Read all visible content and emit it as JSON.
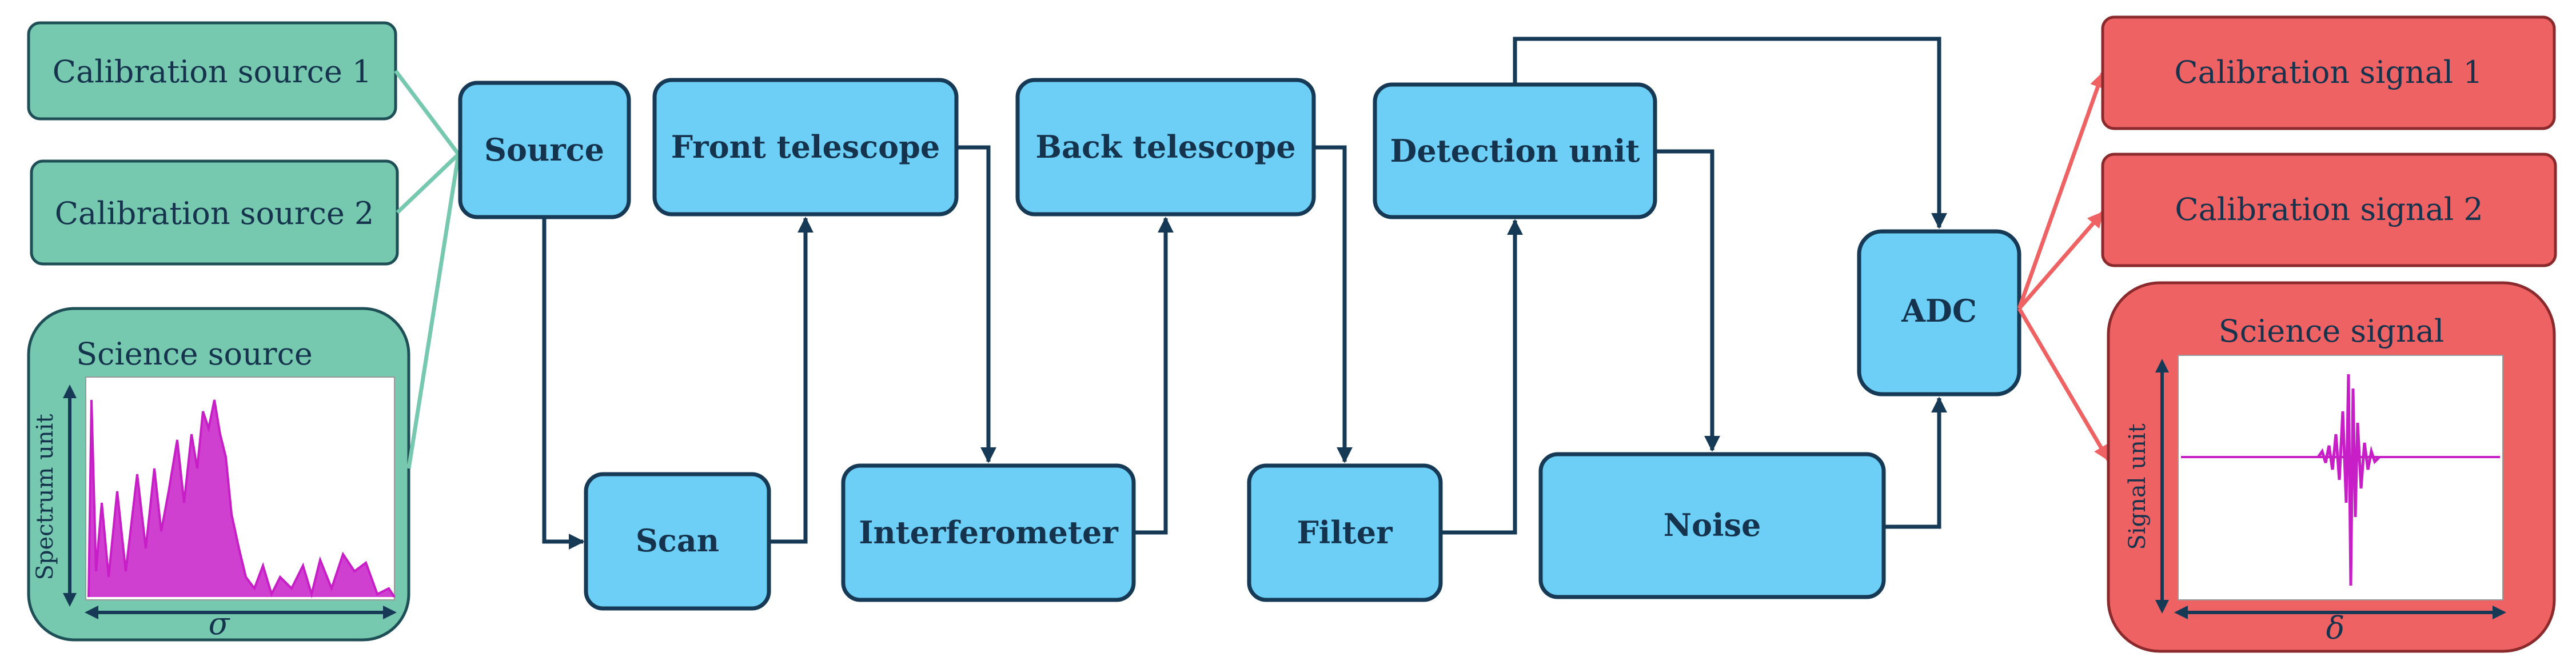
{
  "inputs": {
    "calibration_source_1": "Calibration source 1",
    "calibration_source_2": "Calibration source 2",
    "science_source": "Science source",
    "spectrum_axis": "Spectrum unit",
    "sigma_symbol": "σ"
  },
  "blocks": {
    "source": "Source",
    "scan": "Scan",
    "front_telescope": "Front telescope",
    "interferometer": "Interferometer",
    "back_telescope": "Back telescope",
    "filter": "Filter",
    "detection_unit": "Detection unit",
    "noise": "Noise",
    "adc": "ADC"
  },
  "outputs": {
    "calibration_signal_1": "Calibration signal 1",
    "calibration_signal_2": "Calibration signal 2",
    "science_signal": "Science signal",
    "signal_axis": "Signal unit",
    "delta_symbol": "δ"
  },
  "colors": {
    "block_fill": "#6dcff6",
    "input_fill": "#76c8af",
    "output_fill": "#ef6264",
    "line": "#163a55",
    "plot_trace": "#c81ec8"
  }
}
